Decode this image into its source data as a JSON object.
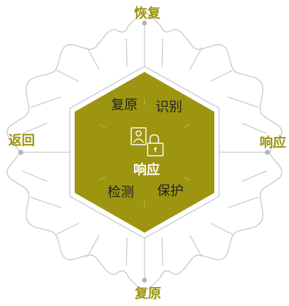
{
  "diagram": {
    "center": {
      "label": "响应",
      "icon": "person-lock-icon"
    },
    "inner_labels": {
      "top_left": "复原",
      "top_right": "识别",
      "bottom_left": "检测",
      "bottom_right": "保护"
    },
    "outer_labels": {
      "top": "恢复",
      "right": "响应",
      "bottom": "复原",
      "left": "返回"
    },
    "colors": {
      "hexagon_fill": "#9d9410",
      "outer_label": "#9d9410",
      "inner_label": "#222222",
      "center_label": "#ffffff",
      "line": "#c6c6c6",
      "node": "#b3b3b3"
    }
  }
}
